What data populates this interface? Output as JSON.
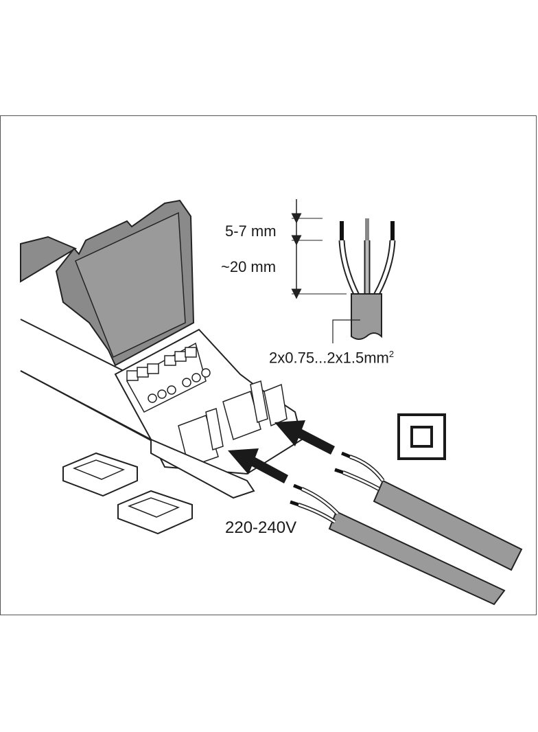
{
  "labels": {
    "strip_length": "5-7 mm",
    "insulation_length": "~20 mm",
    "cross_section": "2x0.75...2x1.5mm",
    "cross_section_sup": "2",
    "voltage": "220-240V"
  },
  "icons": {
    "class_ii": "double-square-icon"
  },
  "colors": {
    "housing": "#8c8c8c",
    "line": "#222222",
    "cable": "#9a9a9a"
  }
}
